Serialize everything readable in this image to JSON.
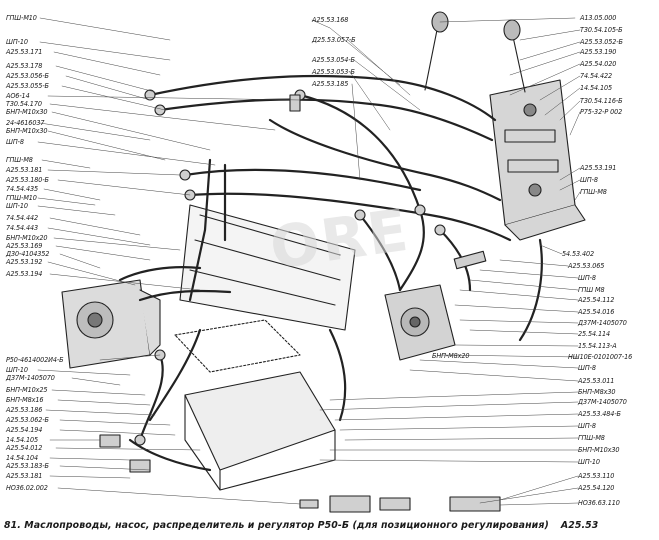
{
  "labels_left": [
    "ГПШ-М10",
    "ШП-10",
    "А25.53.171",
    "А25.53.178",
    "А25.53.056-Б",
    "А25.53.055-Б",
    "АО6-14",
    "Т30.54.170",
    "БНП-М10х30",
    "24-4616037",
    "БНП-М10х30",
    "ШП-8",
    "ГПШ-М8",
    "А25.53.181",
    "А25.53.180-Б",
    "74.54.435",
    "ГПШ-М10",
    "ШП-10",
    "74.54.442",
    "74.54.443",
    "БНП-М10х20",
    "А25.53.169",
    "Д30-4104352",
    "А25.53.192",
    "А25.53.194"
  ],
  "labels_left_bottom": [
    "Р50-4614002И4-Б",
    "ШП-10",
    "Д37М-1405070",
    "БНП-М10х25",
    "БНП-М8х16",
    "А25.53.186",
    "А25.53.062-Б",
    "А25.54.194",
    "14.54.105",
    "А25.54.012",
    "14.54.104",
    "А25.53.183-Б",
    "А25.53.181",
    "НО36.02.002"
  ],
  "labels_top_middle": [
    "А25.53.168",
    "Д25.53.057-Б",
    "А25.53.054-Б",
    "А25.53.053-Б",
    "А25.53.185"
  ],
  "labels_right": [
    "А13.05.000",
    "Т30.54.105-Б",
    "А25.53.052-Б",
    "А25.53.190",
    "А25.54.020",
    "74.54.422",
    "14.54.105",
    "Т30.54.116-Б",
    "Р75-32-Р 002",
    "А25.53.191",
    "ШП-8",
    "ГПШ-М8"
  ],
  "labels_right_lower": [
    "54.53.402",
    "А25.53.065",
    "ШП-8",
    "ГПШ М8",
    "А25.54.112",
    "А25.54.016",
    "Д37М-1405070",
    "25.54.114",
    "15.54.113-А",
    "НШ10Е-0101007-16",
    "ШП-8",
    "А25.53.011",
    "БНП-М8х30",
    "Д37М-1405070",
    "А25.53.484-Б",
    "ШП-8",
    "ГПШ-М8",
    "БНП-М10х30",
    "ШП-10",
    "А25.53.110",
    "А25.54.120",
    "НО36.63.110"
  ],
  "label_center": "БНП-М8х20",
  "watermark": "ORE",
  "caption": {
    "text": "81. Маслопроводы, насос, распределитель и регулятор Р50-Б (для позиционного регулирования)",
    "code": "А25.53"
  }
}
